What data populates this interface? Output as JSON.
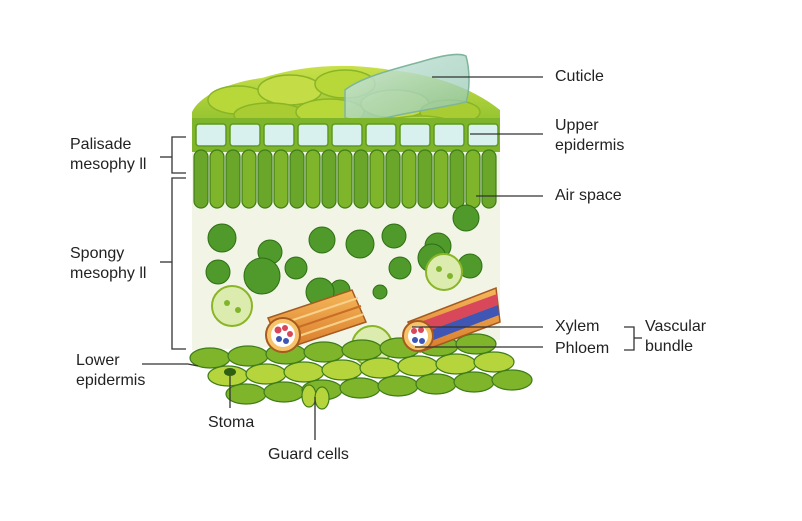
{
  "labels": {
    "cuticle": "Cuticle",
    "upper_epidermis": "Upper\nepidermis",
    "air_space": "Air space",
    "xylem": "Xylem",
    "phloem": "Phloem",
    "vascular_bundle": "Vascular\nbundle",
    "palisade_mesophyll": "Palisade\nmesophy ll",
    "spongy_mesophyll": "Spongy\nmesophy ll",
    "lower_epidermis": "Lower\nepidermis",
    "stoma": "Stoma",
    "guard_cells": "Guard cells"
  },
  "colors": {
    "leaf_light": "#b6d43b",
    "leaf_mid": "#7fb52a",
    "leaf_dark": "#3f7d19",
    "cuticle": "#a9d3c6",
    "epidermis_cell": "#d8f0ee",
    "interior": "#f2f5e6",
    "xylem_red": "#d9475a",
    "phloem_blue": "#3f56b5",
    "vessel_orange": "#f0a34a",
    "leader_line": "#333333"
  }
}
